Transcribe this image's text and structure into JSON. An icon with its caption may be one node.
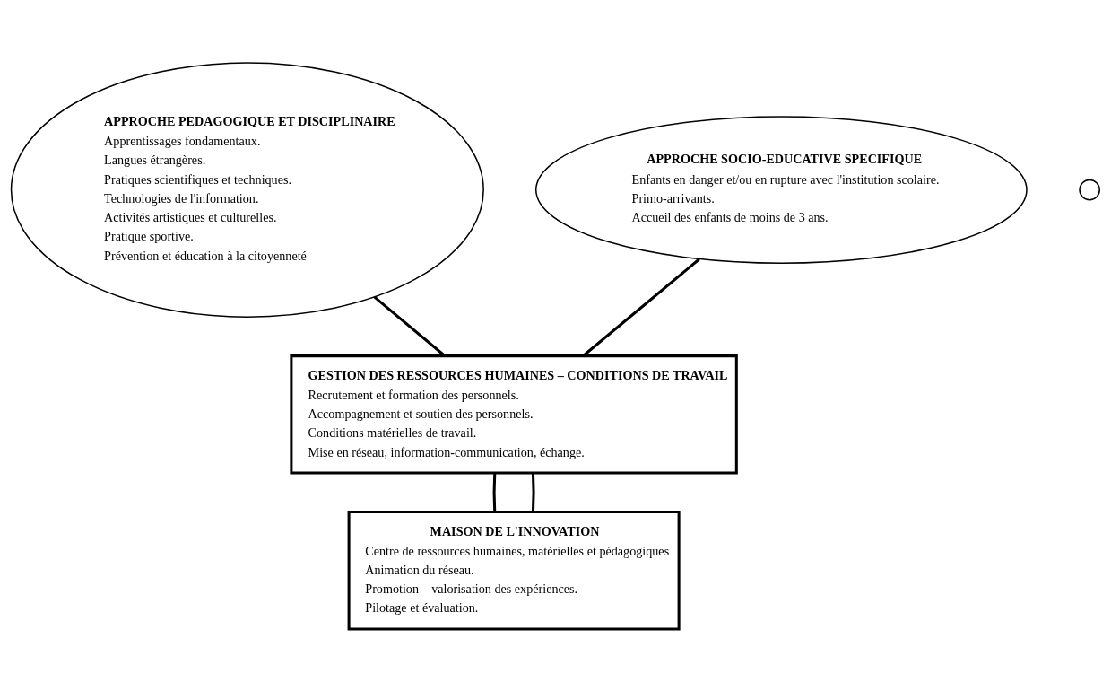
{
  "diagram": {
    "nodes": [
      {
        "text": [
          "APPROCHE PEDAGOGIQUE ET DISCIPLINAIRE",
          "Apprentissages fondamentaux.",
          "Langues étrangères.",
          "Pratiques scientifiques et techniques.",
          "Technologies de l'information.",
          "Activités artistiques et culturelles.",
          "Pratique sportive.",
          "Prévention et éducation à la citoyenneté"
        ]
      },
      {
        "text": [
          "APPROCHE SOCIO-EDUCATIVE SPECIFIQUE",
          "Enfants en danger et/ou en rupture avec l'institution scolaire.",
          "Primo-arrivants.",
          "Accueil des enfants de moins de 3 ans."
        ]
      },
      {
        "text": [
          "GESTION DES RESSOURCES HUMAINES – CONDITIONS DE TRAVAIL",
          "Recrutement et formation des personnels.",
          "Accompagnement et soutien des personnels.",
          "Conditions matérielles de travail.",
          "Mise en réseau, information-communication, échange."
        ]
      },
      {
        "text": [
          "MAISON DE L'INNOVATION",
          "Centre de ressources humaines, matérielles et pédagogiques",
          "Animation du réseau.",
          "Promotion – valorisation des expériences.",
          "Pilotage et évaluation."
        ]
      },
      {
        "text": [],
        "shape": "circle"
      }
    ],
    "edges": [
      {
        "from": 0,
        "to": 2,
        "arrow": "none"
      },
      {
        "from": 1,
        "to": 2,
        "arrow": "none"
      },
      {
        "from": 2,
        "to": 3,
        "arrow": "none"
      },
      {
        "from": 2,
        "to": 3,
        "arrow": "none"
      }
    ]
  }
}
